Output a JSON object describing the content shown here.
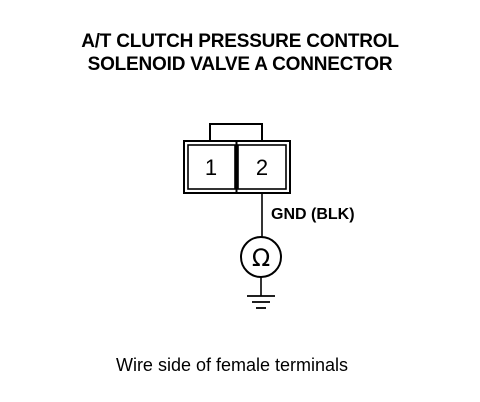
{
  "title": {
    "line1": "A/T CLUTCH PRESSURE CONTROL",
    "line2": "SOLENOID VALVE A CONNECTOR"
  },
  "connector": {
    "pins": [
      "1",
      "2"
    ]
  },
  "wire": {
    "label": "GND (BLK)"
  },
  "meter": {
    "symbol": "Ω",
    "icon": "ohmmeter-icon"
  },
  "ground": {
    "icon": "ground-icon"
  },
  "caption": "Wire side of female terminals",
  "colors": {
    "line": "#000000",
    "background": "#ffffff"
  }
}
